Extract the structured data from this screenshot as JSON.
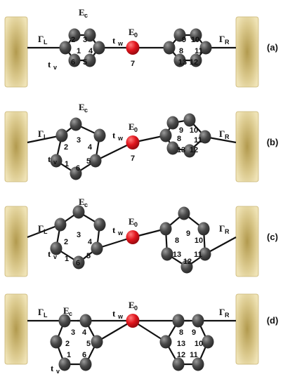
{
  "colors": {
    "atom": "#4a4a4a",
    "atom_highlight": "#8a8a8a",
    "center_atom": "#e0141c",
    "lead_light": "#e7d9a0",
    "lead_dark": "#b9a152",
    "bond": "#111111"
  },
  "panels": [
    {
      "label": "(a)",
      "left_lead": {
        "symbol": "Γ",
        "sub": "L"
      },
      "right_lead": {
        "symbol": "Γ",
        "sub": "R"
      },
      "Ec": {
        "symbol": "E",
        "sub": "c"
      },
      "tv": {
        "symbol": "t",
        "sub": "v"
      },
      "tw": {
        "symbol": "t",
        "sub": "w"
      },
      "E0": {
        "symbol": "E",
        "sub": "0"
      },
      "site_numbers": [
        "1",
        "2",
        "3",
        "4",
        "5",
        "6",
        "7",
        "8",
        "9",
        "10",
        "11",
        "12",
        "13"
      ]
    },
    {
      "label": "(b)",
      "left_lead": {
        "symbol": "Γ",
        "sub": "L"
      },
      "right_lead": {
        "symbol": "Γ",
        "sub": "R"
      },
      "Ec": {
        "symbol": "E",
        "sub": "c"
      },
      "tv": {
        "symbol": "t",
        "sub": "v"
      },
      "tw": {
        "symbol": "t",
        "sub": "w"
      },
      "E0": {
        "symbol": "E",
        "sub": "0"
      },
      "site_numbers": [
        "1",
        "2",
        "3",
        "4",
        "5",
        "6",
        "7",
        "8",
        "9",
        "10",
        "11",
        "12",
        "13"
      ]
    },
    {
      "label": "(c)",
      "left_lead": {
        "symbol": "Γ",
        "sub": "L"
      },
      "right_lead": {
        "symbol": "Γ",
        "sub": "R"
      },
      "Ec": {
        "symbol": "E",
        "sub": "c"
      },
      "tv": {
        "symbol": "t",
        "sub": "v"
      },
      "tw": {
        "symbol": "t",
        "sub": "w"
      },
      "E0": {
        "symbol": "E",
        "sub": "0"
      },
      "site_numbers": [
        "1",
        "2",
        "3",
        "4",
        "5",
        "6",
        "8",
        "9",
        "10",
        "11",
        "12",
        "13"
      ]
    },
    {
      "label": "(d)",
      "left_lead": {
        "symbol": "Γ",
        "sub": "L"
      },
      "right_lead": {
        "symbol": "Γ",
        "sub": "R"
      },
      "Ec": {
        "symbol": "E",
        "sub": "c"
      },
      "tv": {
        "symbol": "t",
        "sub": "v"
      },
      "tw": {
        "symbol": "t",
        "sub": "w"
      },
      "E0": {
        "symbol": "E",
        "sub": "0"
      },
      "site_numbers": [
        "1",
        "2",
        "3",
        "4",
        "5",
        "6",
        "8",
        "9",
        "10",
        "11",
        "12",
        "13"
      ]
    }
  ]
}
